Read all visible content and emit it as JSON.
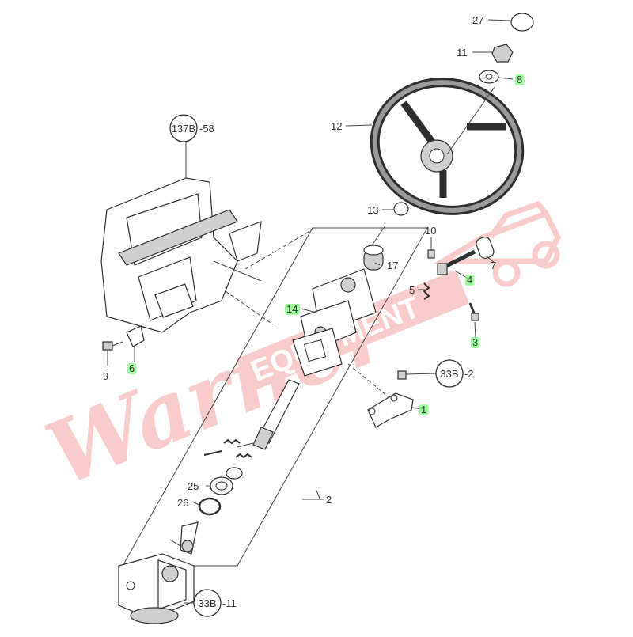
{
  "colors": {
    "highlight": "#7CFC7C",
    "watermark": "#F4A0A0",
    "ink": "#333333"
  },
  "callouts": [
    {
      "id": "c27",
      "text": "27",
      "highlighted": false
    },
    {
      "id": "c11",
      "text": "11",
      "highlighted": false
    },
    {
      "id": "c8",
      "text": "8",
      "highlighted": true
    },
    {
      "id": "c12",
      "text": "12",
      "highlighted": false
    },
    {
      "id": "c13",
      "text": "13",
      "highlighted": false
    },
    {
      "id": "c17",
      "text": "17",
      "highlighted": false
    },
    {
      "id": "c10",
      "text": "10",
      "highlighted": false
    },
    {
      "id": "c7",
      "text": "7",
      "highlighted": false
    },
    {
      "id": "c4",
      "text": "4",
      "highlighted": true
    },
    {
      "id": "c5",
      "text": "5",
      "highlighted": false
    },
    {
      "id": "c3",
      "text": "3",
      "highlighted": true
    },
    {
      "id": "c14",
      "text": "14",
      "highlighted": true
    },
    {
      "id": "c1",
      "text": "1",
      "highlighted": true
    },
    {
      "id": "c9",
      "text": "9",
      "highlighted": false
    },
    {
      "id": "c6",
      "text": "6",
      "highlighted": true
    },
    {
      "id": "c25",
      "text": "25",
      "highlighted": false
    },
    {
      "id": "c26",
      "text": "26",
      "highlighted": false
    },
    {
      "id": "c2",
      "text": "2",
      "highlighted": false
    }
  ],
  "references": [
    {
      "id": "r137b",
      "circle": "137B",
      "suffix": "-58"
    },
    {
      "id": "r33b2",
      "circle": "33B",
      "suffix": "-2"
    },
    {
      "id": "r33b11",
      "circle": "33B",
      "suffix": "-11"
    }
  ],
  "watermark": {
    "text": "Warner",
    "subtext": "EQUIPMENT"
  }
}
